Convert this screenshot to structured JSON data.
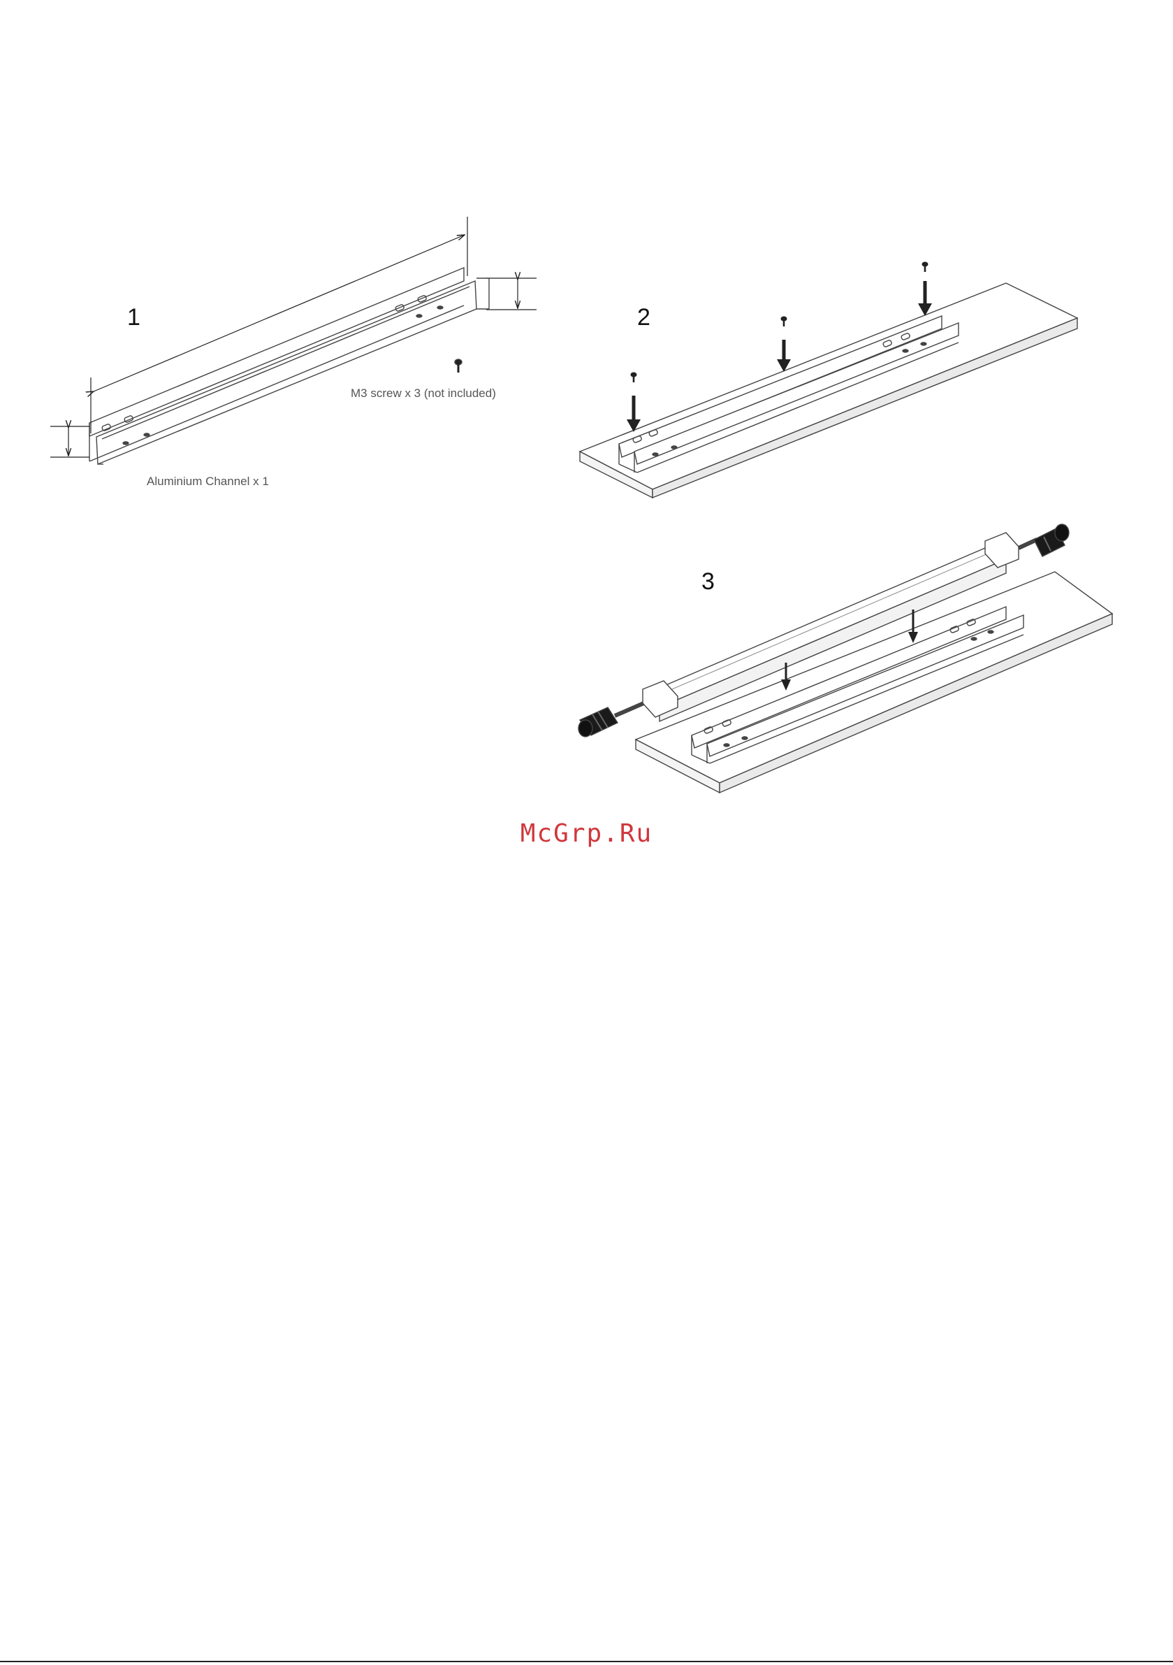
{
  "steps": {
    "step1": {
      "number": "1"
    },
    "step2": {
      "number": "2"
    },
    "step3": {
      "number": "3"
    }
  },
  "captions": {
    "screw": "M3 screw x 3 (not included)",
    "channel": "Aluminium Channel x 1"
  },
  "watermark": "McGrp.Ru",
  "colors": {
    "line": "#333333",
    "fill": "#ffffff",
    "watermark": "#d0373b"
  }
}
